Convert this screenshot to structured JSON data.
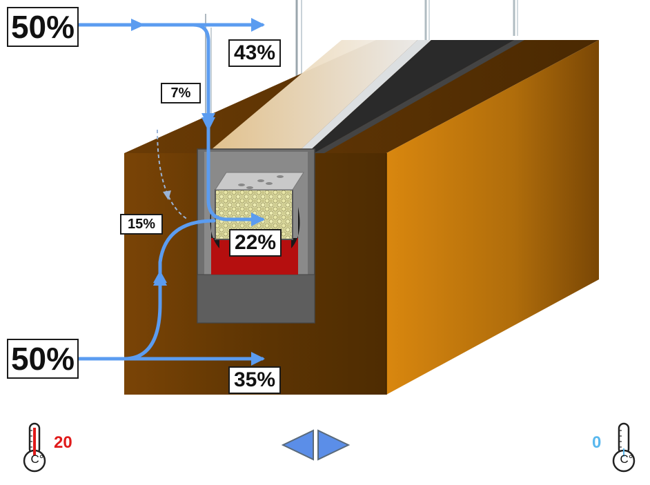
{
  "flows": {
    "top_in": "50%",
    "top_out": "43%",
    "top_down": "7%",
    "bottom_in": "50%",
    "bottom_out": "35%",
    "bottom_up": "15%",
    "spacer": "22%"
  },
  "temperatures": {
    "inside_value": "20",
    "outside_value": "0",
    "unit": "C°"
  },
  "colors": {
    "arrow": "#5b9cf0",
    "frame_dark": "#5a3305",
    "frame_light": "#c47a10",
    "inside_temp": "#e01a1a",
    "outside_temp": "#5ab8ee",
    "nav": "#5b8ee8"
  },
  "icons": {
    "inside_thermometer": "thermometer-hot-icon",
    "outside_thermometer": "thermometer-cold-icon",
    "prev": "triangle-left-icon",
    "next": "triangle-right-icon"
  }
}
